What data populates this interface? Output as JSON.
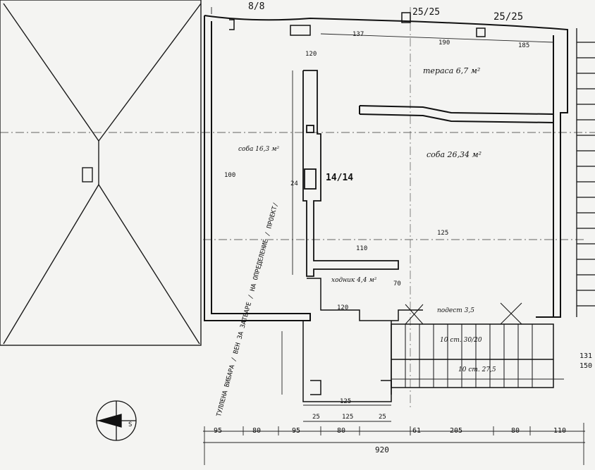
{
  "column_labels": {
    "top_a": "8/8",
    "top_b": "25/25",
    "top_c": "25/25",
    "center": "14/14"
  },
  "rooms": {
    "terrace": "тераса 6,7 м²",
    "living": "соба 26,34 м²",
    "bedroom": "соба 16,3 м²",
    "hall": "ходник 4,4 м²"
  },
  "landing_labels": {
    "landing_bottom": "подест 3,5",
    "stair_a": "10 ст. 30/20",
    "stair_b": "10 ст. 27,5"
  },
  "note_vertical": "ТУЛЛЕНА ВИБАРА / ВЕН ЗА ЗАТВАРЕ / НА ОПРЕДЕЛЕНИЕ / ПРОЕКТ/",
  "top_dims": [
    "137",
    "190",
    "185"
  ],
  "inner_dims": [
    "120",
    "100",
    "110",
    "125",
    "70",
    "120",
    "24"
  ],
  "bottom_dims": {
    "chain": [
      "95",
      "80",
      "95",
      "80",
      "61",
      "205",
      "80",
      "110"
    ],
    "total": "920",
    "inner": [
      "25",
      "125",
      "25"
    ],
    "stair_span": "125"
  },
  "right_dims": [
    "131",
    "150"
  ],
  "compass": "S"
}
